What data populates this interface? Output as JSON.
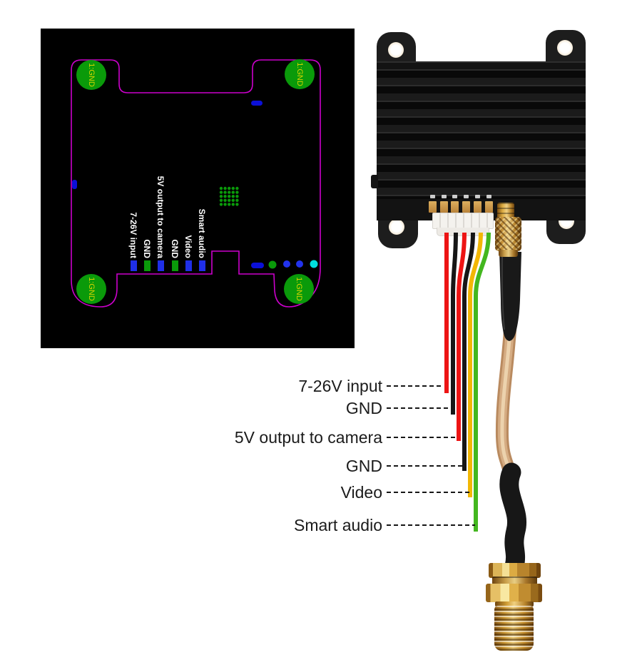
{
  "page": {
    "background": "#ffffff"
  },
  "pcb_layout": {
    "corner_pad_label": "1:GND",
    "colors": {
      "board_background": "#000000",
      "outline": "#cc00cc",
      "gnd_pad": "#0a9a0a",
      "pad_text": "#d4d400",
      "pin_label_text": "#ffffff",
      "blue_mark": "#0b10d8",
      "cyan_dot": "#00dede"
    },
    "pin_header": {
      "pins": [
        {
          "label": "7-26V input",
          "pad_color": "#1f2fe8"
        },
        {
          "label": "GND",
          "pad_color": "#0a9a0a"
        },
        {
          "label": "5V output to camera",
          "pad_color": "#1f2fe8"
        },
        {
          "label": "GND",
          "pad_color": "#0a9a0a"
        },
        {
          "label": "Video",
          "pad_color": "#1f2fe8"
        },
        {
          "label": "Smart audio",
          "pad_color": "#1f2fe8"
        }
      ]
    },
    "indicator_dots": [
      "#0a9a0a",
      "#2233ee",
      "#2233ee",
      "#00dede"
    ]
  },
  "harness": {
    "wires": [
      {
        "signal": "7-26V input",
        "color": "#ed1414"
      },
      {
        "signal": "GND",
        "color": "#161616"
      },
      {
        "signal": "5V output to camera",
        "color": "#ed1414"
      },
      {
        "signal": "GND",
        "color": "#161616"
      },
      {
        "signal": "Video",
        "color": "#f2b705"
      },
      {
        "signal": "Smart audio",
        "color": "#43b71f"
      }
    ]
  },
  "callouts": [
    {
      "text": "7-26V input"
    },
    {
      "text": "GND"
    },
    {
      "text": "5V output to camera"
    },
    {
      "text": "GND"
    },
    {
      "text": "Video"
    },
    {
      "text": "Smart audio"
    }
  ]
}
